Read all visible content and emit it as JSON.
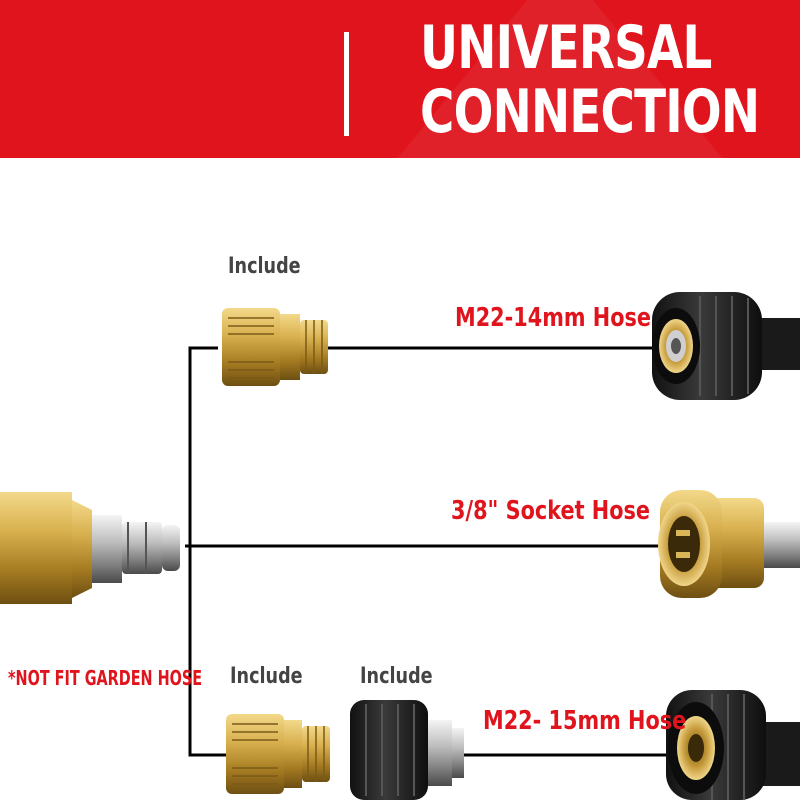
{
  "title": {
    "line1": "UNIVERSAL",
    "line2": "CONNECTION"
  },
  "labels": {
    "include_top": "Include",
    "include_bottom_left": "Include",
    "include_bottom_right": "Include",
    "hose_m22_14": "M22-14mm Hose",
    "hose_socket": "3/8\" Socket Hose",
    "hose_m22_15": "M22- 15mm Hose",
    "not_fit_note": "*NOT FIT GARDEN HOSE"
  },
  "colors": {
    "banner_red": "#e0141d",
    "brass": "#c9a23c",
    "black_rubber": "#1c1c1c",
    "line": "#000000"
  }
}
